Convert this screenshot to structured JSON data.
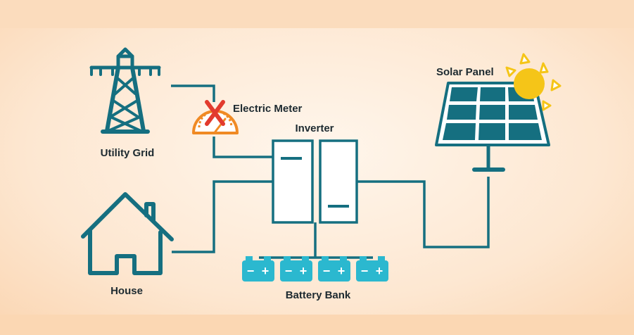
{
  "colors": {
    "background_light": "#fff3e6",
    "background_warm": "#fde2c8",
    "band": "#fbd9b8",
    "line": "#156f80",
    "tower": "#156f80",
    "panel_cell": "#156f80",
    "panel_frame": "#ffffff",
    "battery": "#2bb8cf",
    "sun": "#f5c518",
    "meter": "#f08a24",
    "meter_x": "#e23b2e"
  },
  "labels": {
    "utility_grid": "Utility Grid",
    "electric_meter": "Electric Meter",
    "inverter": "Inverter",
    "solar_panel": "Solar Panel",
    "house": "House",
    "battery_bank": "Battery Bank"
  },
  "battery_bank": {
    "count": 4,
    "symbols": [
      "−",
      "+"
    ]
  },
  "icons": {
    "utility_grid": "transmission-tower-icon",
    "electric_meter": "meter-gauge-icon",
    "meter_status": "red-x-icon",
    "inverter": "inverter-unit-icon",
    "solar_panel": "solar-panel-icon",
    "sun": "sun-icon",
    "house": "house-icon",
    "battery": "battery-icon"
  }
}
